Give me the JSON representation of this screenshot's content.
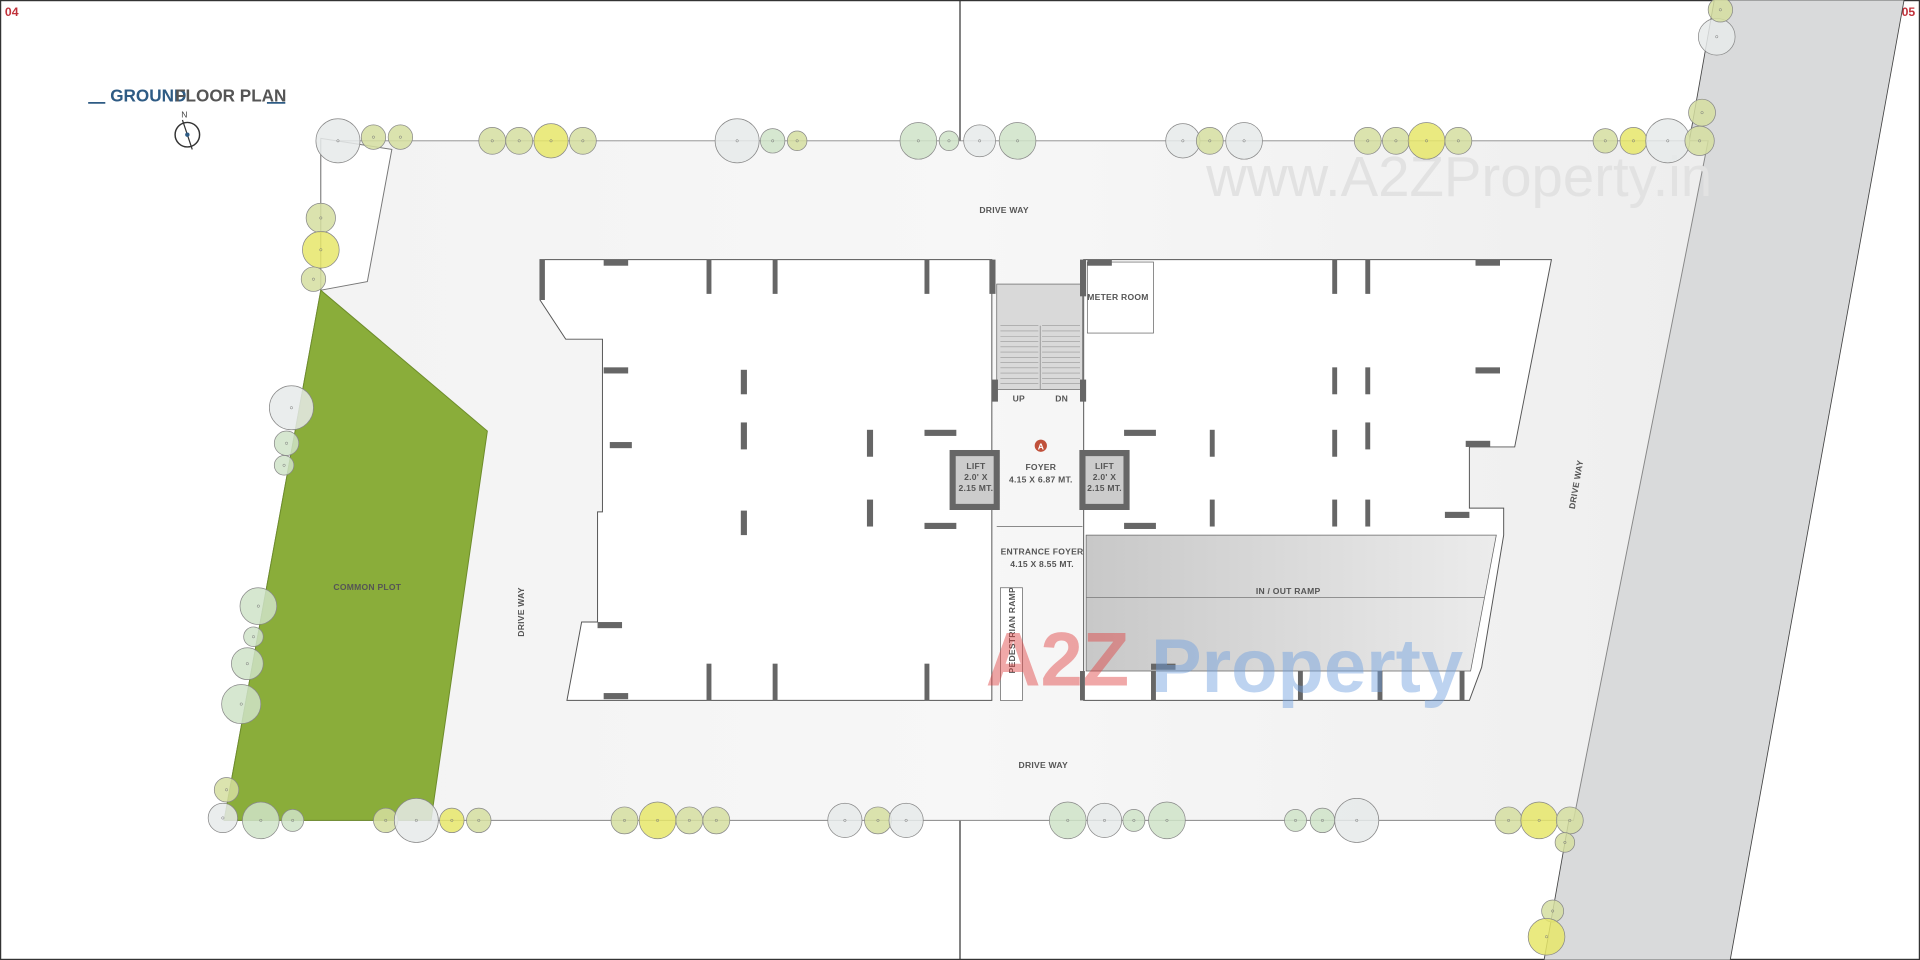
{
  "page_numbers": {
    "left": "04",
    "right": "05"
  },
  "title": {
    "part1": "GROUND",
    "part2": "FLOOR PLAN",
    "accent_color": "#2e5b84",
    "text_color": "#555555"
  },
  "north_label": "N",
  "watermark": {
    "url": "www.A2ZProperty.in",
    "logo_a2z": "A2Z",
    "logo_property": "Property"
  },
  "rooms": {
    "drive_way_top": "DRIVE WAY",
    "drive_way_bottom": "DRIVE WAY",
    "drive_way_left": "DRIVE WAY",
    "drive_way_right": "DRIVE WAY",
    "meter_room": "METER ROOM",
    "stair_up": "UP",
    "stair_down": "DN",
    "foyer_marker": "A",
    "foyer": {
      "name": "FOYER",
      "size": "4.15 X 6.87 MT."
    },
    "lift_left": {
      "name": "LIFT",
      "size1": "2.0' X",
      "size2": "2.15 MT."
    },
    "lift_right": {
      "name": "LIFT",
      "size1": "2.0' X",
      "size2": "2.15 MT."
    },
    "entrance_foyer": {
      "name": "ENTRANCE FOYER",
      "size": "4.15 X 8.55 MT."
    },
    "ramp": "IN / OUT RAMP",
    "pedestrian_ramp": "PEDESTRIAN RAMP",
    "common_plot": "COMMON PLOT"
  },
  "colors": {
    "common_plot": "#8aad3a",
    "road": "#d9dadb",
    "column": "#666666",
    "marker": "#c0503a"
  }
}
